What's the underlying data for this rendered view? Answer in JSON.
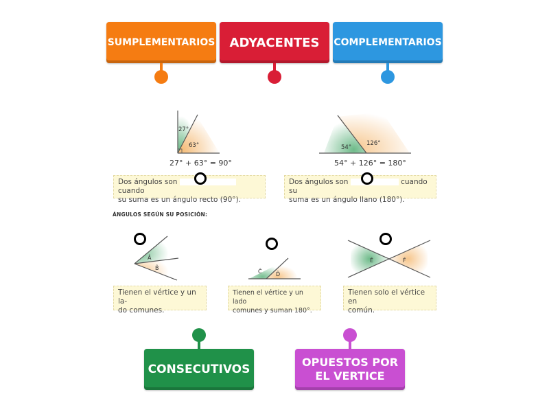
{
  "tiles": {
    "suplementarios": "SUMPLEMENTARIOS",
    "adyacentes": "ADYACENTES",
    "complementarios": "COMPLEMENTARIOS",
    "consecutivos": "CONSECUTIVOS",
    "opuestos_line1": "OPUESTOS POR",
    "opuestos_line2": "EL VERTICE"
  },
  "colors": {
    "orange": "#f57c12",
    "red": "#d91e36",
    "blue": "#2d97e0",
    "green": "#209149",
    "purple": "#c94fd2"
  },
  "diagram_left": {
    "angle_top": "27°",
    "angle_bottom": "63°",
    "equation": "27° + 63° = 90°",
    "text_part1": "Dos ángulos son",
    "text_part2": "cuando",
    "text_line2": "su suma es un ángulo recto (90°)."
  },
  "diagram_right": {
    "angle_left": "54°",
    "angle_right": "126°",
    "equation": "54° + 126° = 180°",
    "text_part1": "Dos ángulos son",
    "text_part2": "cuando su",
    "text_line2": "suma es un ángulo llano (180°)."
  },
  "section_title": "ÁNGULOS SEGÚN SU POSICIÓN:",
  "position_diagrams": {
    "consecutive": {
      "a": "Â",
      "b": "B̂",
      "line1": "Tienen el vértice y un la-",
      "line2": "do comunes."
    },
    "adjacent": {
      "c": "Ĉ",
      "d": "D̂",
      "line1": "Tienen el vértice y un lado",
      "line2": "comunes y suman 180°."
    },
    "opposite": {
      "e": "Ê",
      "f": "F̂",
      "line1": "Tienen solo el vértice en",
      "line2": "común."
    }
  }
}
